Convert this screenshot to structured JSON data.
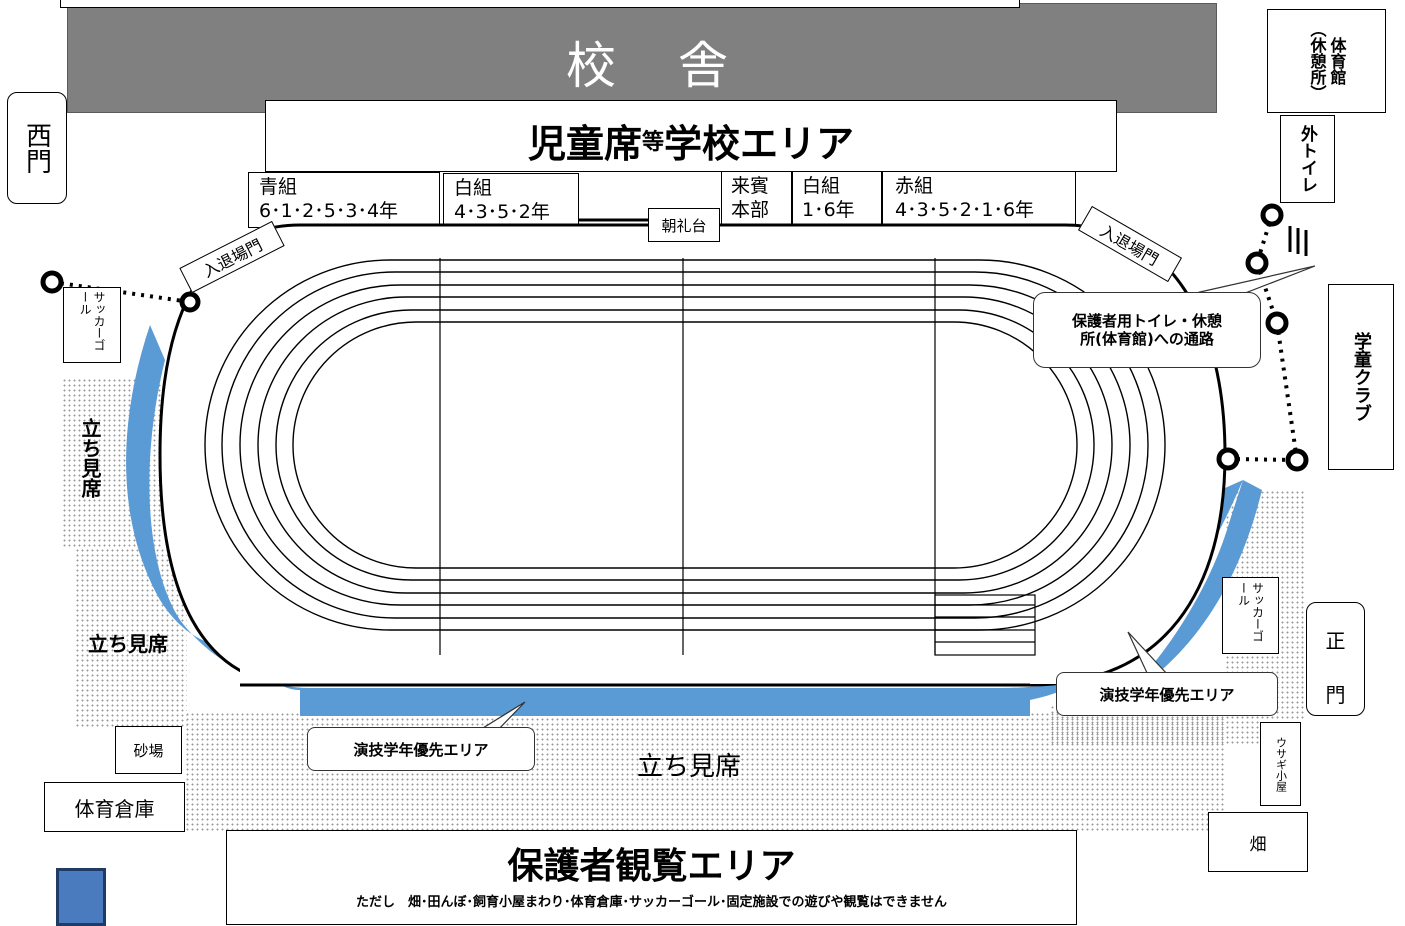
{
  "school_building": {
    "label": "校　舎"
  },
  "west_gate": {
    "label": "西門"
  },
  "gymnasium": {
    "label": "体育館",
    "sub_label": "（休憩所）"
  },
  "outside_toilet": {
    "label": "外トイレ"
  },
  "student_area": {
    "label_a": "児童席",
    "label_small": "等",
    "label_b": "学校エリア"
  },
  "team_blocks": [
    {
      "name": "青組",
      "grades": "6･1･2･5･3･4年"
    },
    {
      "name": "白組",
      "grades": "4･3･5･2年"
    },
    {
      "name": "来賓",
      "grades": "本部"
    },
    {
      "name": "白組",
      "grades": "1･6年"
    },
    {
      "name": "赤組",
      "grades": "4･3･5･2･1･6年"
    }
  ],
  "podium": {
    "label": "朝礼台"
  },
  "entrance_gate_left": {
    "label": "入退場門"
  },
  "entrance_gate_right": {
    "label": "入退場門"
  },
  "soccer_goal_left": {
    "label": "サッカーゴール"
  },
  "soccer_goal_right": {
    "label": "サッカーゴール"
  },
  "standing_areas": [
    "立ち見席",
    "立ち見席",
    "立ち見席"
  ],
  "route_callout": {
    "line1": "保護者用トイレ・休憩",
    "line2": "所(体育館)への通路"
  },
  "afterschool_club": {
    "label": "学童クラブ"
  },
  "main_gate": {
    "char1": "正",
    "char2": "門"
  },
  "priority_area_left": {
    "label": "演技学年優先エリア"
  },
  "priority_area_right": {
    "label": "演技学年優先エリア"
  },
  "sandbox": {
    "label": "砂場"
  },
  "gym_storage": {
    "label": "体育倉庫"
  },
  "rabbit_hut": {
    "label": "ウサギ小屋"
  },
  "field": {
    "label": "畑"
  },
  "parent_area": {
    "title": "保護者観覧エリア",
    "note": "ただし　畑･田んぼ･飼育小屋まわり･体育倉庫･サッカーゴール･固定施設での遊びや観覧はできません"
  },
  "colors": {
    "building": "#808080",
    "priority_area": "#5b9bd5",
    "legend_square": "#4a7bbf"
  }
}
